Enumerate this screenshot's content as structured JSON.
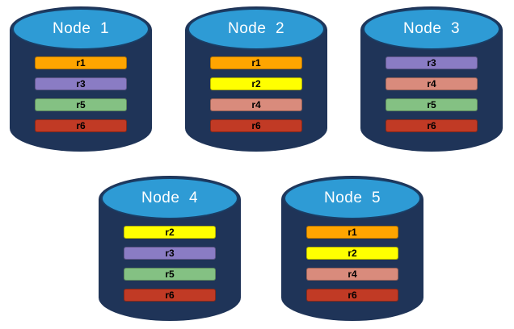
{
  "diagram": {
    "description": "Five database node cylinders showing replica placement",
    "background": "#FFFFFF"
  },
  "colors": {
    "page_bg": "#FFFFFF",
    "cylinder_body": "#1F3458",
    "cylinder_top": "#2E9BD5",
    "cylinder_top_border": "#1A3E66",
    "title_text": "#FFFFFF",
    "bar_text": "#000000",
    "replicas": {
      "r1": "#FFA500",
      "r2": "#FFFF00",
      "r3": "#8A7CC4",
      "r4": "#D98B7C",
      "r5": "#84C183",
      "r6": "#C13A25"
    }
  },
  "nodes": [
    {
      "title": "Node  1",
      "replicas": [
        "r1",
        "r3",
        "r5",
        "r6"
      ]
    },
    {
      "title": "Node  2",
      "replicas": [
        "r1",
        "r2",
        "r4",
        "r6"
      ]
    },
    {
      "title": "Node  3",
      "replicas": [
        "r3",
        "r4",
        "r5",
        "r6"
      ]
    },
    {
      "title": "Node  4",
      "replicas": [
        "r2",
        "r3",
        "r5",
        "r6"
      ]
    },
    {
      "title": "Node  5",
      "replicas": [
        "r1",
        "r2",
        "r4",
        "r6"
      ]
    }
  ]
}
